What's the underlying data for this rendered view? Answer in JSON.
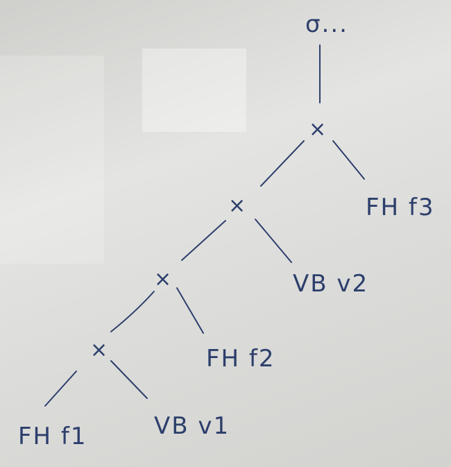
{
  "diagram": {
    "root_label": "σ...",
    "join_symbol": "×",
    "leaves": {
      "fh_f3": "FH f3",
      "vb_v2": "VB v2",
      "fh_f2": "FH f2",
      "fh_f1": "FH f1",
      "vb_v1": "VB v1"
    }
  },
  "colors": {
    "ink": "#2c3e6b",
    "board": "#dcdcda"
  }
}
